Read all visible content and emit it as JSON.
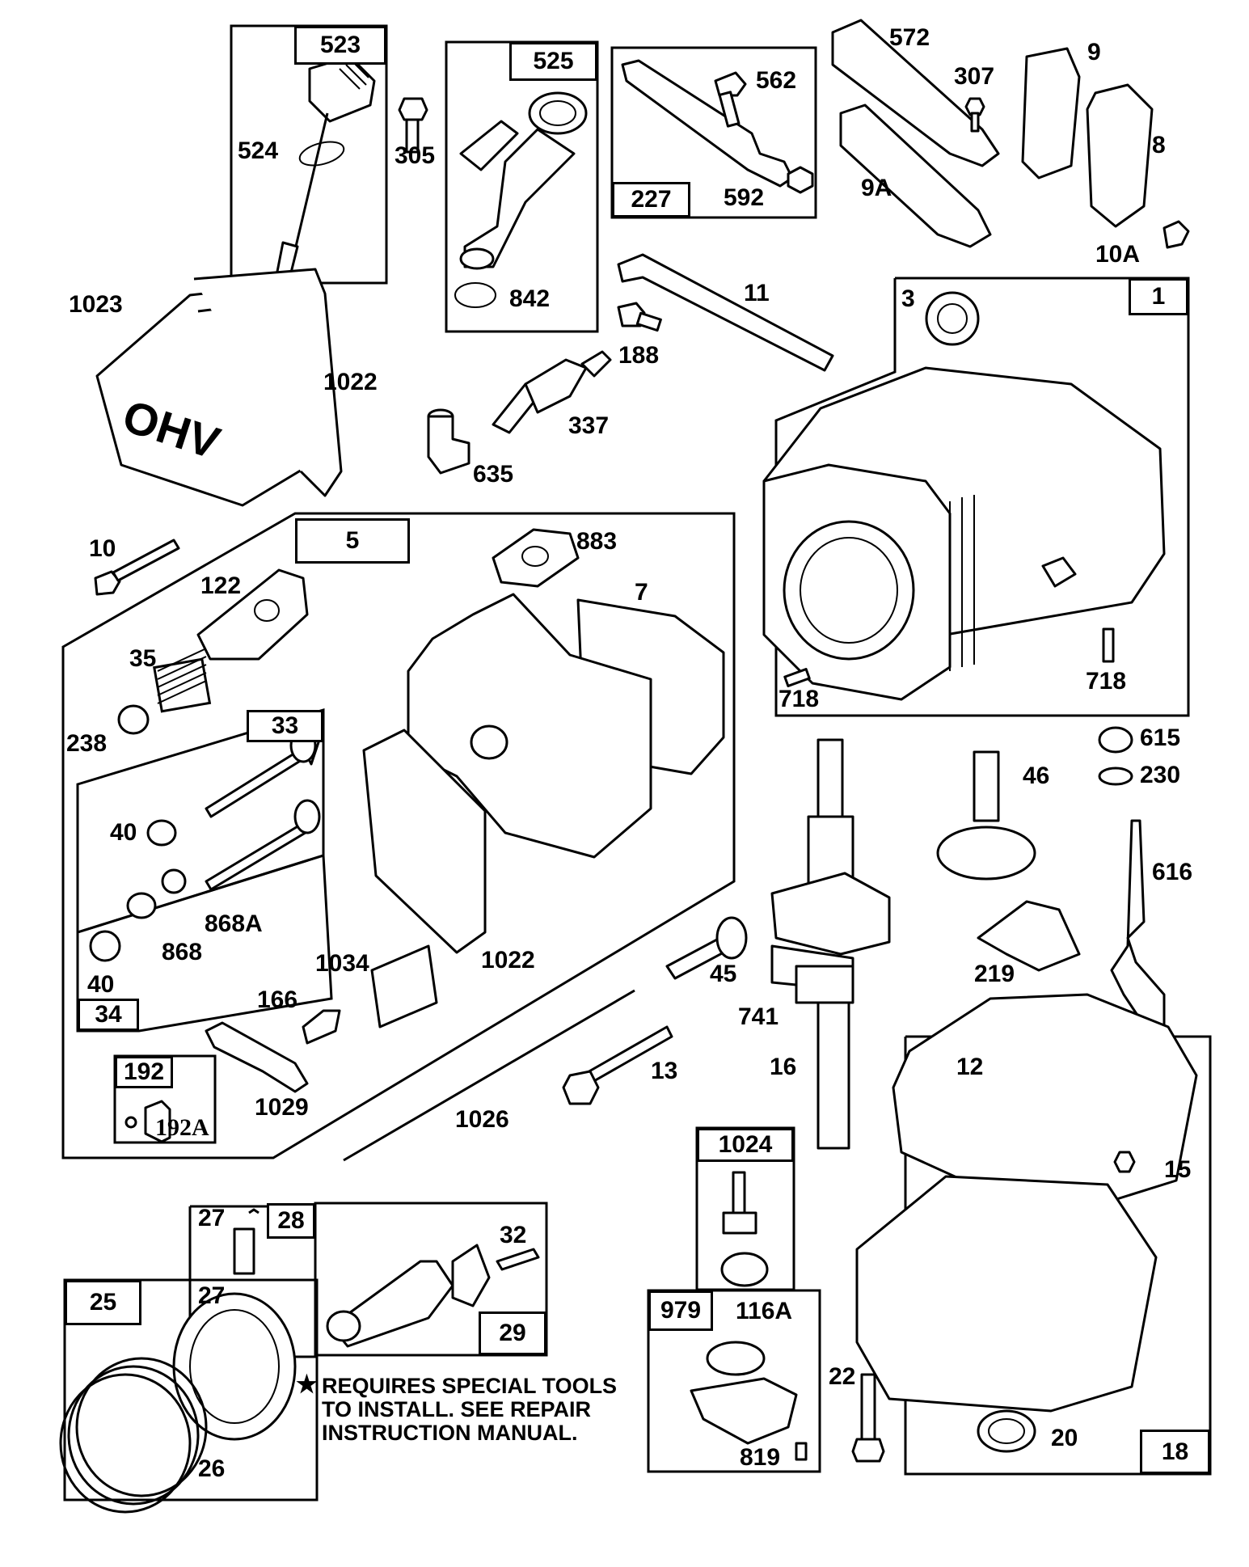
{
  "diagram": {
    "note": {
      "symbol": "★",
      "lines": [
        "REQUIRES SPECIAL TOOLS",
        "TO INSTALL.  SEE REPAIR",
        "INSTRUCTION MANUAL."
      ]
    },
    "box_headers": {
      "b523": "523",
      "b525": "525",
      "b227": "227",
      "b1": "1",
      "b5": "5",
      "b33": "33",
      "b34": "34",
      "b192": "192",
      "b28": "28",
      "b29": "29",
      "b25": "25",
      "b1024": "1024",
      "b979": "979",
      "b18": "18"
    },
    "labels": {
      "l524": "524",
      "l305": "305",
      "l842": "842",
      "l562": "562",
      "l592": "592",
      "l572": "572",
      "l307": "307",
      "l9": "9",
      "l8": "8",
      "l9A": "9A",
      "l10A": "10A",
      "l1023": "1023",
      "l1022a": "1022",
      "l11": "11",
      "l188": "188",
      "l337": "337",
      "l635": "635",
      "l3": "3",
      "l718a": "718",
      "l718b": "718",
      "l10": "10",
      "l883": "883",
      "l7": "7",
      "l122": "122",
      "l35": "35",
      "l238": "238",
      "l40a": "40",
      "l868A": "868A",
      "l868": "868",
      "l40b": "40",
      "l1034": "1034",
      "l1022b": "1022",
      "l166": "166",
      "l45": "45",
      "l1029": "1029",
      "l192A": "192A",
      "l1026": "1026",
      "l13": "13",
      "l615": "615",
      "l230": "230",
      "l46": "46",
      "l616": "616",
      "l219": "219",
      "l741": "741",
      "l16": "16",
      "l12": "12",
      "l15": "15",
      "l27a": "27",
      "l27b": "27",
      "l32": "32",
      "l26": "26",
      "l116A": "116A",
      "l819": "819",
      "l22": "22",
      "l20": "20"
    }
  }
}
